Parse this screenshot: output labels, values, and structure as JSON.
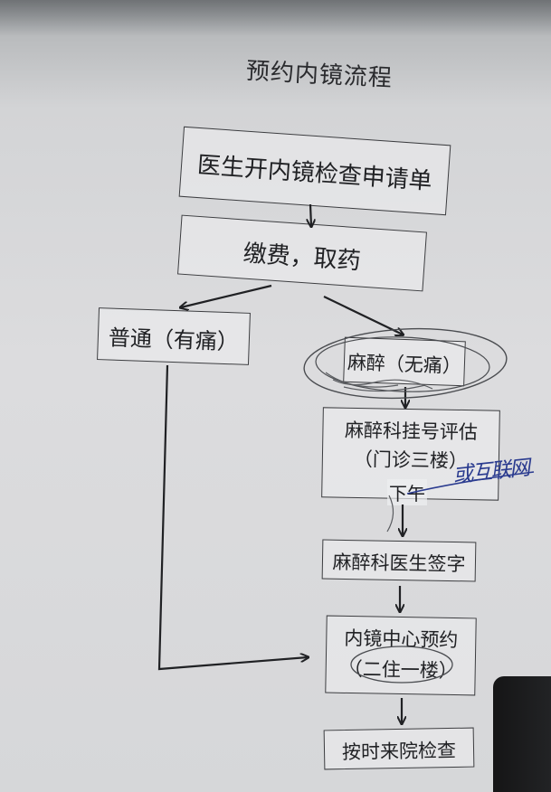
{
  "title": "预约内镜流程",
  "steps": {
    "request": "医生开内镜检查申请单",
    "payment": "缴费，取药",
    "normal": "普通（有痛）",
    "anesthesia": "麻醉（无痛）",
    "anesthesia_registration": "麻醉科挂号评估",
    "anesthesia_location": "（门诊三楼）",
    "anesthesia_time": "下午",
    "anesthesia_signature": "麻醉科医生签字",
    "endoscopy_booking": "内镜中心预约",
    "endoscopy_location": "（二住一楼）",
    "exam": "按时来院检查"
  },
  "handwritten_note": "或互联网",
  "colors": {
    "ink": "#202124",
    "pen": "#2a3b8f",
    "pencil": "#5a5c60"
  }
}
